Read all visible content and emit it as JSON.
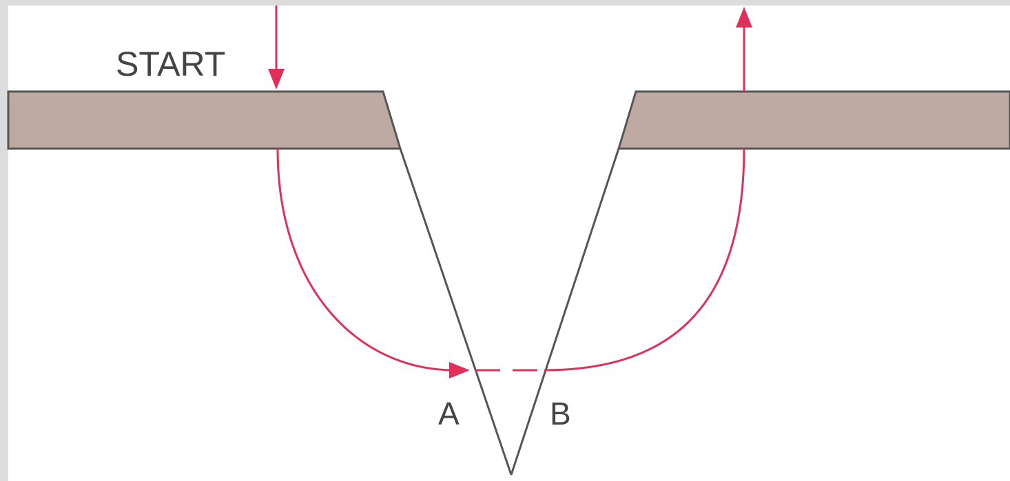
{
  "labels": {
    "start": "START",
    "a": "A",
    "b": "B"
  },
  "colors": {
    "background": "#ffffff",
    "frame": "#dcdcdc",
    "slab_fill": "#bfaaa3",
    "slab_edge": "#555555",
    "notch_line": "#555555",
    "path": "#e0305a",
    "text": "#444444"
  },
  "icons": {
    "down_arrow": "arrow-down-icon",
    "up_arrow": "arrow-up-icon",
    "right_arrow": "arrow-right-icon"
  }
}
